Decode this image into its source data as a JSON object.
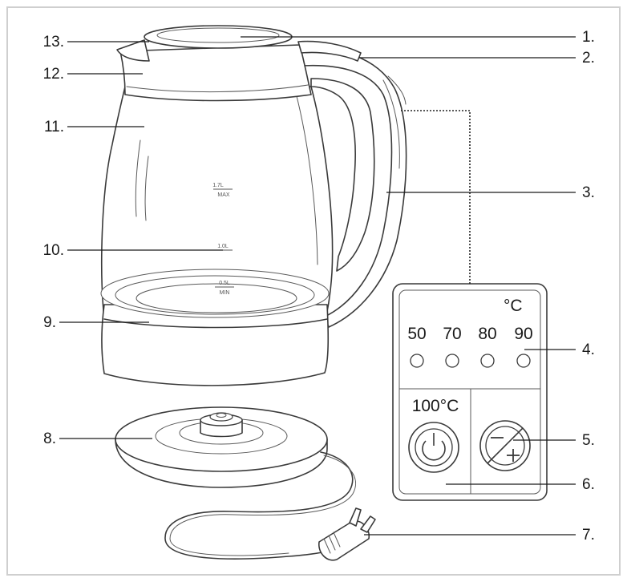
{
  "callouts": [
    {
      "id": "1",
      "label": "1."
    },
    {
      "id": "2",
      "label": "2."
    },
    {
      "id": "3",
      "label": "3."
    },
    {
      "id": "4",
      "label": "4."
    },
    {
      "id": "5",
      "label": "5."
    },
    {
      "id": "6",
      "label": "6."
    },
    {
      "id": "7",
      "label": "7."
    },
    {
      "id": "8",
      "label": "8."
    },
    {
      "id": "9",
      "label": "9."
    },
    {
      "id": "10",
      "label": "10."
    },
    {
      "id": "11",
      "label": "11."
    },
    {
      "id": "12",
      "label": "12."
    },
    {
      "id": "13",
      "label": "13."
    }
  ],
  "water_marks": {
    "max_value": "1.7L",
    "max_label": "MAX",
    "mid_value": "1.0L",
    "min_value": "0.5L",
    "min_label": "MIN"
  },
  "control_panel": {
    "unit": "°C",
    "temperatures": [
      "50",
      "70",
      "80",
      "90"
    ],
    "boil_label": "100°C"
  },
  "icons": [
    "power-icon",
    "minus-plus-icon"
  ]
}
